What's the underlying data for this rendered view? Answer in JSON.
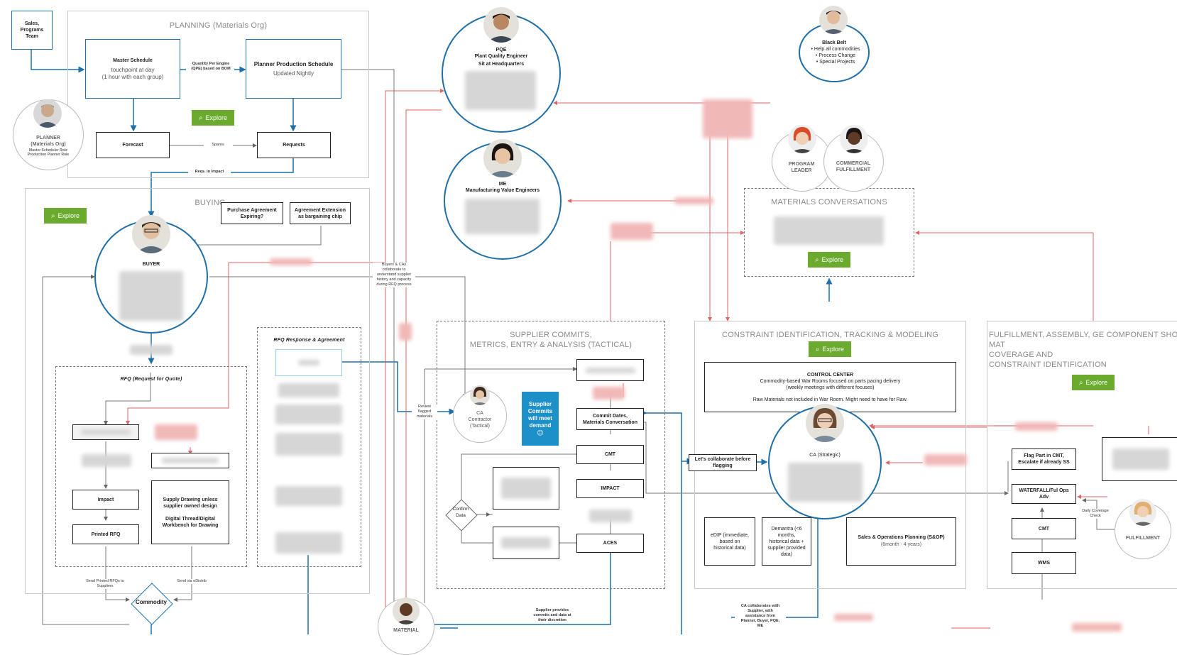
{
  "colors": {
    "blue": "#1f6fa8",
    "red": "#d94b4b",
    "green": "#6aaa2e",
    "teal": "#1d8fc9",
    "grey": "#9a9a9a"
  },
  "explore_label": "Explore",
  "regions": {
    "planning": "PLANNING (Materials Org)",
    "buying": "BUYING",
    "supplier_commits": "SUPPLIER COMMITS,\nMETRICS, ENTRY & ANALYSIS (TACTICAL)",
    "constraint": "CONSTRAINT IDENTIFICATION, TRACKING & MODELING",
    "fulfillment": "FULFILLMENT, ASSEMBLY, GE COMPONENT SHOP MAT\nCOVERAGE AND\nCONSTRAINT IDENTIFICATION",
    "materials_conversations": "MATERIALS CONVERSATIONS",
    "rfq": "RFQ (Request for Quote)",
    "rfq_response": "RFQ Response & Agreement"
  },
  "nodes": {
    "sales": "Sales,\nPrograms\nTeam",
    "master_schedule": {
      "title": "Master Schedule",
      "sub": "touchpoint at day\n(1 hour with each group)"
    },
    "planner_schedule": {
      "title": "Planner Production Schedule",
      "sub": "Updated Nightly"
    },
    "forecast": "Forecast",
    "requests": "Requests",
    "purchase_agreement": "Purchase Agreement\nExpiring?",
    "agreement_extension": "Agreement Extension\nas bargaining chip",
    "impact_buy": "Impact",
    "printed_rfq": "Printed RFQ",
    "supply_drawing": "Supply Drawing unless\nsupplier owned design\n\nDigital Thread/Digital\nWorkbench for Drawing",
    "commodity": "Commodity",
    "commit_dates": "Commit Dates,\nMaterials Conversation",
    "cmt_sc": "CMT",
    "impact_sc": "IMPACT",
    "aces": "ACES",
    "confirm_data": "Confirm\nData",
    "supplier_commits_box": "Supplier\nCommits\nwill meet\ndemand",
    "supplier_commits_emoji": "😐",
    "control_center": {
      "title": "CONTROL CENTER",
      "line1": "Commodity-based War Rooms focused on parts pacing delivery\n(weekly meetings with different focuses)",
      "line2": "Raw Materials not included in War Room.  Might need to have for Raw."
    },
    "lets_collaborate": "Let's collaborate before\nflagging",
    "edip": "eDIP (immediate,\nbased on\nhistorical data)",
    "demantra": "Demantra (<6\nmonths,\nhistorical data +\nsupplier provided\ndata)",
    "sop": {
      "title": "Sales & Operations Planning (S&OP)",
      "sub": "(6month - 4 years)"
    },
    "flag_part": "Flag Part in CMT,\nEscalate if already SS",
    "waterfall": "WATERFALL/Ful Ops Adv",
    "cmt_ful": "CMT",
    "wms": "WMS"
  },
  "edge_labels": {
    "qpe": "Quantity Per Engine\n(QPE) based on BOM",
    "spares": "Spares",
    "reqs_in_impact": "Reqs. in Impact",
    "buyers_cas": "Buyers & CAs\ncollaborate to\nunderstand supplier\nhistory and capacity\nduring RFQ process",
    "review_flagged": "Review\nflagged\nmaterials",
    "send_printed": "Send Printed RFQs to\nSuppliers",
    "send_edistrib": "Send via eDistrib",
    "supplier_provides": "Supplier provides\ncommits and data at\ntheir discretion",
    "ca_collaborates": "CA collaborates with\nSupplier, with\nassistance from\nPlanner, Buyer, PQE,\nME",
    "daily_coverage": "Daily Coverage\nCheck"
  },
  "people": {
    "planner": {
      "title": "PLANNER\n(Materials Org)",
      "sub": "Master Scheduler Role\nProduction Planner Role"
    },
    "pqe": {
      "title": "PQE\nPlant Quality Engineer",
      "sub": "Sit at Headquarters"
    },
    "me": {
      "title": "ME\nManufacturing Value Engineers"
    },
    "buyer": {
      "title": "BUYER"
    },
    "black_belt": {
      "title": "Black Belt",
      "sub": "• Help all commodities\n• Process Change\n• Special Projects"
    },
    "program_leader": "PROGRAM\nLEADER",
    "commercial_fulfillment": "COMMERCIAL\nFULFILLMENT",
    "ca_contractor": "CA\nContractor\n(Tactical)",
    "ca_strategic": "CA (Strategic)",
    "fulfillment": "FULFILLMENT",
    "material": "MATERIAL"
  }
}
